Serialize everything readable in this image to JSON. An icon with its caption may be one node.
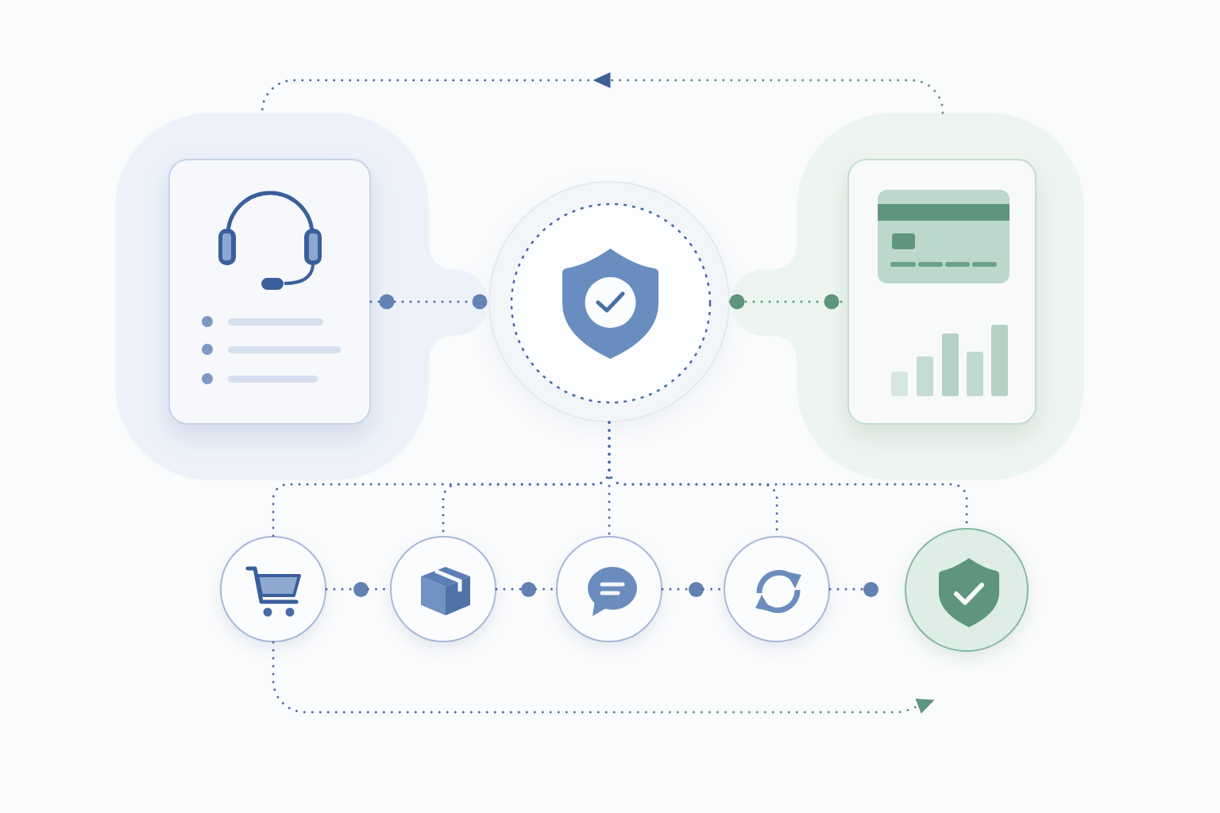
{
  "diagram": {
    "nodes": [
      {
        "text": [],
        "shape": "box"
      },
      {
        "text": [],
        "shape": "box",
        "in": 0
      },
      {
        "text": [],
        "shape": "circle"
      },
      {
        "text": [],
        "shape": "box"
      },
      {
        "text": [],
        "shape": "box",
        "in": 3
      },
      {
        "text": [],
        "shape": "circle"
      },
      {
        "text": [],
        "shape": "circle"
      },
      {
        "text": [],
        "shape": "circle"
      },
      {
        "text": [],
        "shape": "circle"
      },
      {
        "text": [],
        "shape": "circle"
      },
      {
        "text": [],
        "shape": "circle"
      },
      {
        "text": [],
        "shape": "circle"
      },
      {
        "text": [],
        "shape": "circle"
      },
      {
        "text": [],
        "shape": "circle"
      }
    ],
    "edges": [
      {
        "from": 3,
        "to": 0,
        "arrow": "to",
        "style": "dashed"
      },
      {
        "from": 1,
        "to": 2,
        "arrow": "other",
        "style": "dashed"
      },
      {
        "from": 2,
        "to": 4,
        "arrow": "other",
        "style": "dashed",
        "color": "#5e957f"
      },
      {
        "from": 2,
        "to": 5,
        "arrow": "none",
        "style": "dashed"
      },
      {
        "from": 2,
        "to": 7,
        "arrow": "none",
        "style": "dashed"
      },
      {
        "from": 2,
        "to": 9,
        "arrow": "none",
        "style": "dashed"
      },
      {
        "from": 2,
        "to": 11,
        "arrow": "none",
        "style": "dashed"
      },
      {
        "from": 2,
        "to": 13,
        "arrow": "none",
        "style": "dashed"
      },
      {
        "from": 5,
        "to": 6,
        "arrow": "none",
        "style": "dashed"
      },
      {
        "from": 6,
        "to": 7,
        "arrow": "none",
        "style": "dashed"
      },
      {
        "from": 7,
        "to": 8,
        "arrow": "none",
        "style": "dashed"
      },
      {
        "from": 8,
        "to": 9,
        "arrow": "none",
        "style": "dashed"
      },
      {
        "from": 9,
        "to": 10,
        "arrow": "none",
        "style": "dashed"
      },
      {
        "from": 10,
        "to": 11,
        "arrow": "none",
        "style": "dashed"
      },
      {
        "from": 11,
        "to": 12,
        "arrow": "none",
        "style": "dashed"
      },
      {
        "from": 5,
        "to": null,
        "arrow": "to",
        "style": "dashed"
      }
    ]
  }
}
